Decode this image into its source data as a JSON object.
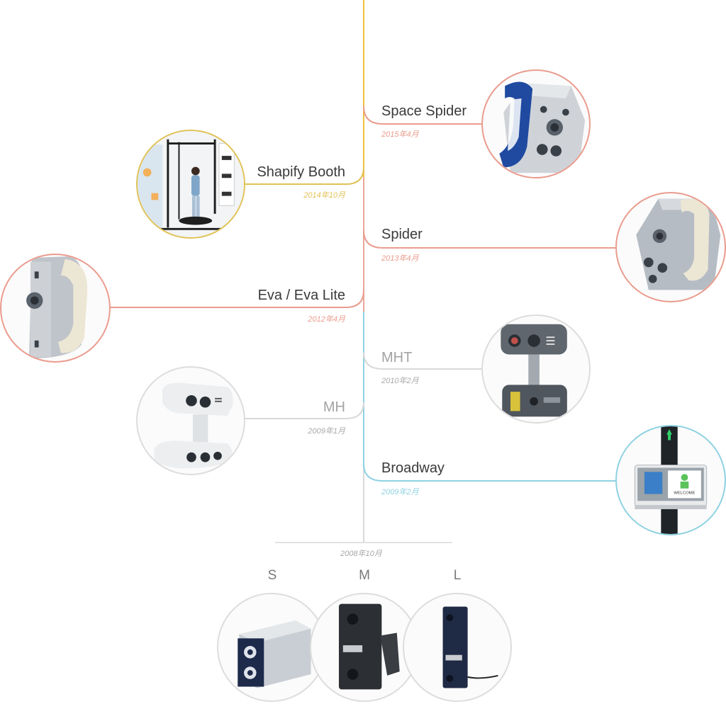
{
  "colors": {
    "trunk_top": "#f0c040",
    "trunk_mid": "#e9a69a",
    "trunk_low": "#8fd2e2",
    "trunk_base": "#d9d9d9",
    "gold": "#e0c256",
    "salmon": "#ea9c8e",
    "grey": "#d8d8d8",
    "cyan": "#8fd2e2"
  },
  "events": [
    {
      "id": "space-spider",
      "title": "Space Spider",
      "date": "2015年4月",
      "side": "right",
      "color": "salmon",
      "icon": "space-spider-scanner-image"
    },
    {
      "id": "shapify-booth",
      "title": "Shapify Booth",
      "date": "2014年10月",
      "side": "left",
      "color": "gold",
      "icon": "shapify-booth-image"
    },
    {
      "id": "spider",
      "title": "Spider",
      "date": "2013年4月",
      "side": "right",
      "color": "salmon",
      "icon": "spider-scanner-image"
    },
    {
      "id": "eva",
      "title": "Eva / Eva Lite",
      "date": "2012年4月",
      "side": "left",
      "color": "salmon",
      "icon": "eva-scanner-image"
    },
    {
      "id": "mht",
      "title": "MHT",
      "date": "2010年2月",
      "side": "right",
      "color": "grey",
      "icon": "mht-scanner-image"
    },
    {
      "id": "mh",
      "title": "MH",
      "date": "2009年1月",
      "side": "left",
      "color": "grey",
      "icon": "mh-scanner-image"
    },
    {
      "id": "broadway",
      "title": "Broadway",
      "date": "2009年2月",
      "side": "right",
      "color": "cyan",
      "icon": "broadway-kiosk-image"
    }
  ],
  "origin": {
    "date": "2008年10月",
    "sizes": [
      {
        "label": "S",
        "icon": "s-module-image"
      },
      {
        "label": "M",
        "icon": "m-module-image"
      },
      {
        "label": "L",
        "icon": "l-module-image"
      }
    ]
  },
  "kiosk_text": "WELCOME"
}
